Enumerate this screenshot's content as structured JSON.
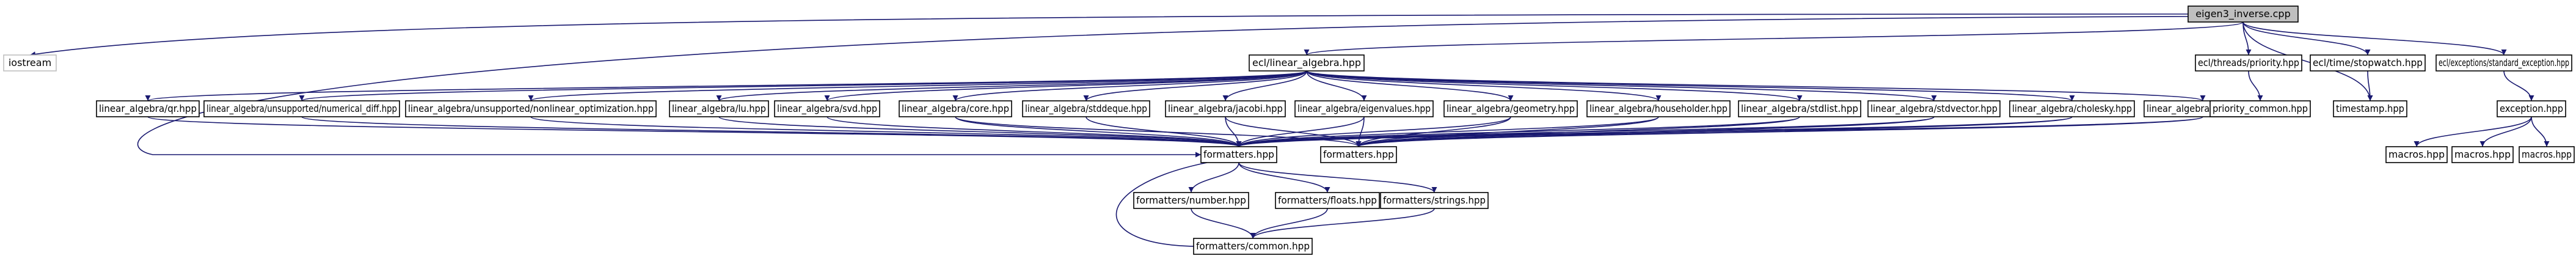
{
  "graph": {
    "colors": {
      "edge": "#191970",
      "node_border": "#000000",
      "node_fill": "#ffffff",
      "root_fill": "#bfbfbf",
      "external_border": "#bfbfbf"
    },
    "nodes": [
      {
        "id": "root",
        "label": "eigen3_inverse.cpp",
        "style": "root"
      },
      {
        "id": "iostream",
        "label": "iostream",
        "style": "external"
      },
      {
        "id": "ecl_linear_algebra",
        "label": "ecl/linear_algebra.hpp",
        "style": "normal"
      },
      {
        "id": "ecl_threads_priority",
        "label": "ecl/threads/priority.hpp",
        "style": "normal"
      },
      {
        "id": "ecl_time_stopwatch",
        "label": "ecl/time/stopwatch.hpp",
        "style": "normal"
      },
      {
        "id": "ecl_exceptions_standard",
        "label": "ecl/exceptions/standard_exception.hpp",
        "style": "normal"
      },
      {
        "id": "la_qr",
        "label": "linear_algebra/qr.hpp",
        "style": "normal"
      },
      {
        "id": "la_unsup_numdiff",
        "label": "linear_algebra/unsupported/numerical_diff.hpp",
        "style": "normal"
      },
      {
        "id": "la_unsup_nonlinear",
        "label": "linear_algebra/unsupported/nonlinear_optimization.hpp",
        "style": "normal"
      },
      {
        "id": "la_lu",
        "label": "linear_algebra/lu.hpp",
        "style": "normal"
      },
      {
        "id": "la_svd",
        "label": "linear_algebra/svd.hpp",
        "style": "normal"
      },
      {
        "id": "la_core",
        "label": "linear_algebra/core.hpp",
        "style": "normal"
      },
      {
        "id": "la_stddeque",
        "label": "linear_algebra/stddeque.hpp",
        "style": "normal"
      },
      {
        "id": "la_jacobi",
        "label": "linear_algebra/jacobi.hpp",
        "style": "normal"
      },
      {
        "id": "la_eigenvalues",
        "label": "linear_algebra/eigenvalues.hpp",
        "style": "normal"
      },
      {
        "id": "la_geometry",
        "label": "linear_algebra/geometry.hpp",
        "style": "normal"
      },
      {
        "id": "la_householder",
        "label": "linear_algebra/householder.hpp",
        "style": "normal"
      },
      {
        "id": "la_stdlist",
        "label": "linear_algebra/stdlist.hpp",
        "style": "normal"
      },
      {
        "id": "la_stdvector",
        "label": "linear_algebra/stdvector.hpp",
        "style": "normal"
      },
      {
        "id": "la_cholesky",
        "label": "linear_algebra/cholesky.hpp",
        "style": "normal"
      },
      {
        "id": "la_dense",
        "label": "linear_algebra/dense.hpp",
        "style": "normal"
      },
      {
        "id": "priority_common",
        "label": "priority_common.hpp",
        "style": "normal"
      },
      {
        "id": "timestamp",
        "label": "timestamp.hpp",
        "style": "normal"
      },
      {
        "id": "exception",
        "label": "exception.hpp",
        "style": "normal"
      },
      {
        "id": "formatters_main",
        "label": "formatters.hpp",
        "style": "normal"
      },
      {
        "id": "formatters_b",
        "label": "formatters.hpp",
        "style": "normal"
      },
      {
        "id": "macros_1",
        "label": "macros.hpp",
        "style": "normal"
      },
      {
        "id": "macros_2",
        "label": "macros.hpp",
        "style": "normal"
      },
      {
        "id": "macros_3",
        "label": "macros.hpp",
        "style": "normal"
      },
      {
        "id": "fmt_number",
        "label": "formatters/number.hpp",
        "style": "normal"
      },
      {
        "id": "fmt_floats",
        "label": "formatters/floats.hpp",
        "style": "normal"
      },
      {
        "id": "fmt_strings",
        "label": "formatters/strings.hpp",
        "style": "normal"
      },
      {
        "id": "fmt_common",
        "label": "formatters/common.hpp",
        "style": "normal"
      }
    ],
    "edges": [
      [
        "root",
        "iostream"
      ],
      [
        "root",
        "ecl_linear_algebra"
      ],
      [
        "root",
        "ecl_threads_priority"
      ],
      [
        "root",
        "ecl_time_stopwatch"
      ],
      [
        "root",
        "ecl_exceptions_standard"
      ],
      [
        "root",
        "formatters_main"
      ],
      [
        "root",
        "timestamp"
      ],
      [
        "ecl_linear_algebra",
        "la_qr"
      ],
      [
        "ecl_linear_algebra",
        "la_unsup_numdiff"
      ],
      [
        "ecl_linear_algebra",
        "la_unsup_nonlinear"
      ],
      [
        "ecl_linear_algebra",
        "la_lu"
      ],
      [
        "ecl_linear_algebra",
        "la_svd"
      ],
      [
        "ecl_linear_algebra",
        "la_core"
      ],
      [
        "ecl_linear_algebra",
        "la_stddeque"
      ],
      [
        "ecl_linear_algebra",
        "la_jacobi"
      ],
      [
        "ecl_linear_algebra",
        "la_eigenvalues"
      ],
      [
        "ecl_linear_algebra",
        "la_geometry"
      ],
      [
        "ecl_linear_algebra",
        "la_householder"
      ],
      [
        "ecl_linear_algebra",
        "la_stdlist"
      ],
      [
        "ecl_linear_algebra",
        "la_stdvector"
      ],
      [
        "ecl_linear_algebra",
        "la_cholesky"
      ],
      [
        "ecl_linear_algebra",
        "la_dense"
      ],
      [
        "ecl_threads_priority",
        "priority_common"
      ],
      [
        "ecl_time_stopwatch",
        "timestamp"
      ],
      [
        "ecl_exceptions_standard",
        "exception"
      ],
      [
        "exception",
        "macros_1"
      ],
      [
        "exception",
        "macros_2"
      ],
      [
        "exception",
        "macros_3"
      ],
      [
        "la_qr",
        "formatters_main"
      ],
      [
        "la_unsup_numdiff",
        "formatters_main"
      ],
      [
        "la_unsup_nonlinear",
        "formatters_main"
      ],
      [
        "la_lu",
        "formatters_main"
      ],
      [
        "la_svd",
        "formatters_main"
      ],
      [
        "la_core",
        "formatters_main"
      ],
      [
        "la_core",
        "formatters_b"
      ],
      [
        "la_stddeque",
        "formatters_main"
      ],
      [
        "la_jacobi",
        "formatters_main"
      ],
      [
        "la_jacobi",
        "formatters_b"
      ],
      [
        "la_eigenvalues",
        "formatters_main"
      ],
      [
        "la_eigenvalues",
        "formatters_b"
      ],
      [
        "la_geometry",
        "formatters_main"
      ],
      [
        "la_geometry",
        "formatters_b"
      ],
      [
        "la_householder",
        "formatters_main"
      ],
      [
        "la_householder",
        "formatters_b"
      ],
      [
        "la_stdlist",
        "formatters_main"
      ],
      [
        "la_stdlist",
        "formatters_b"
      ],
      [
        "la_stdvector",
        "formatters_main"
      ],
      [
        "la_stdvector",
        "formatters_b"
      ],
      [
        "la_cholesky",
        "formatters_main"
      ],
      [
        "la_cholesky",
        "formatters_b"
      ],
      [
        "la_dense",
        "formatters_main"
      ],
      [
        "la_dense",
        "formatters_b"
      ],
      [
        "formatters_main",
        "fmt_number"
      ],
      [
        "formatters_main",
        "fmt_floats"
      ],
      [
        "formatters_main",
        "fmt_strings"
      ],
      [
        "formatters_main",
        "fmt_common"
      ],
      [
        "fmt_number",
        "fmt_common"
      ],
      [
        "fmt_floats",
        "fmt_common"
      ],
      [
        "fmt_strings",
        "fmt_common"
      ]
    ]
  }
}
